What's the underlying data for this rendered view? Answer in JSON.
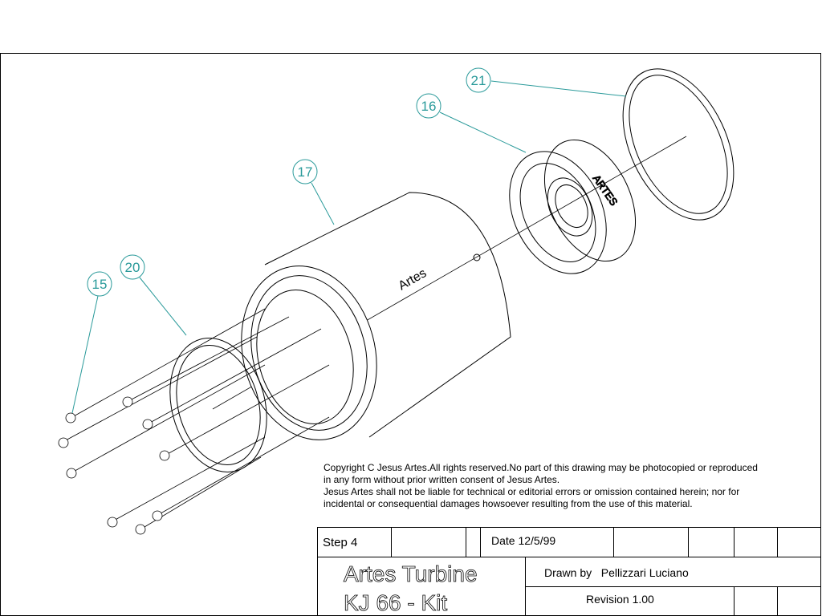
{
  "callouts": [
    "21",
    "16",
    "17",
    "20",
    "15"
  ],
  "part_labels": {
    "cylinder": "Artes",
    "turbine_wheel": "ARTES"
  },
  "copyright": [
    "Copyright C Jesus Artes.All rights reserved.No part of this drawing may be photocopied or reproduced",
    "in any form without prior written consent of Jesus Artes.",
    "Jesus Artes shall not be liable for technical or editorial errors or omission contained herein; nor for",
    "incidental or consequential damages howsoever resulting from the use of this material."
  ],
  "title_block": {
    "step": "Step 4",
    "date": "Date 12/5/99",
    "title_line1": "Artes Turbine",
    "title_line2": "KJ 66 - Kit",
    "drawn_by": "Drawn by   Pellizzari Luciano",
    "revision": "Revision 1.00"
  },
  "colors": {
    "callout": "#2a9a9a",
    "line": "#000000"
  }
}
